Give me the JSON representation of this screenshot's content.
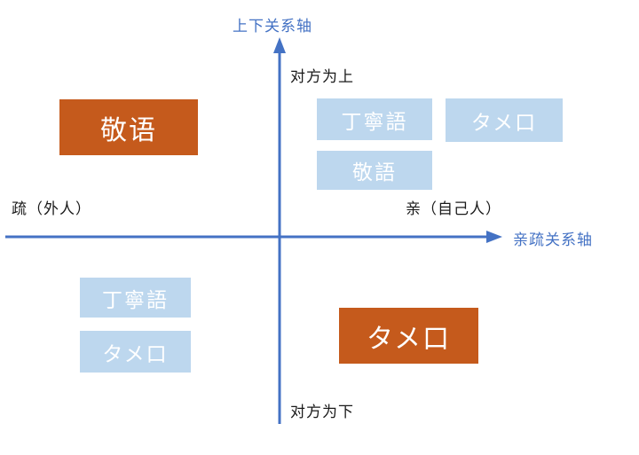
{
  "diagram": {
    "title": "Japanese speech-style quadrant chart",
    "colors": {
      "axis": "#4472C4",
      "axis_label": "#4472C4",
      "emphasis_box": "#C55A1C",
      "normal_box": "#BDD7EE",
      "box_text": "#FFFFFF",
      "quadrant_label": "#1A1A1A",
      "background": "#FFFFFF"
    },
    "axes": {
      "vertical": {
        "label": "上下关系轴",
        "positive_end_label": "对方为上",
        "negative_end_label": "对方为下",
        "arrow": "up"
      },
      "horizontal": {
        "label": "亲疏关系轴",
        "negative_end_label": "疏（外人）",
        "positive_end_label": "亲（自己人）",
        "arrow": "right"
      }
    },
    "quadrants": {
      "q1": {
        "name": "upper-right",
        "boxes": [
          {
            "text": "丁寧語",
            "style": "normal"
          },
          {
            "text": "タメ口",
            "style": "normal"
          },
          {
            "text": "敬語",
            "style": "normal"
          }
        ]
      },
      "q2": {
        "name": "upper-left",
        "boxes": [
          {
            "text": "敬语",
            "style": "emphasis"
          }
        ]
      },
      "q3": {
        "name": "lower-left",
        "boxes": [
          {
            "text": "丁寧語",
            "style": "normal"
          },
          {
            "text": "タメ口",
            "style": "normal"
          }
        ]
      },
      "q4": {
        "name": "lower-right",
        "boxes": [
          {
            "text": "タメ口",
            "style": "emphasis"
          }
        ]
      }
    }
  }
}
